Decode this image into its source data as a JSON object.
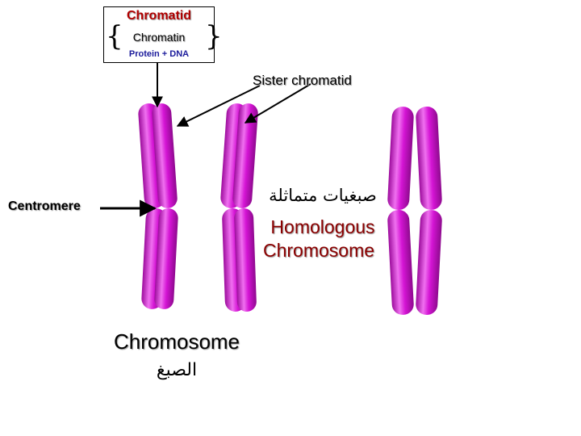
{
  "labels": {
    "chromatid": "Chromatid",
    "chromatin": "Chromatin",
    "protein_dna": "Protein + DNA",
    "sister_chromatid": "Sister chromatid",
    "centromere": "Centromere",
    "homologous_arabic": "صبغيات متماثلة",
    "homologous": "Homologous",
    "homologous_chromosome": "Chromosome",
    "chromosome": "Chromosome",
    "chromosome_arabic": "الصبغ"
  },
  "colors": {
    "chromosome_fill": "#d414d4",
    "chromosome_highlight": "#f070f0",
    "chromosome_shade": "#8e0a8e",
    "chromatid_title": "#b00000",
    "protein_dna_text": "#1c1c9c",
    "homologous_text": "#8b0000"
  }
}
